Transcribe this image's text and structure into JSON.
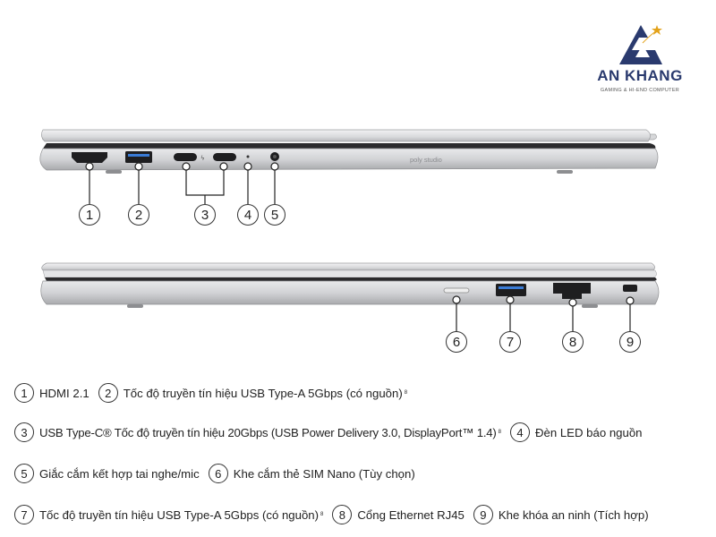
{
  "brand": {
    "name": "AN KHANG",
    "tagline": "GAMING & HI-END COMPUTER",
    "colors": {
      "primary": "#2a3a6e",
      "star": "#e3a21a"
    }
  },
  "device": {
    "lid_label": "poly studio"
  },
  "callouts": {
    "left_side": [
      "1",
      "2",
      "3",
      "4",
      "5"
    ],
    "right_side": [
      "6",
      "7",
      "8",
      "9"
    ]
  },
  "legend": [
    {
      "num": "1",
      "text": "HDMI 2.1",
      "note": ""
    },
    {
      "num": "2",
      "text": "Tốc độ truyền tín hiệu USB Type-A 5Gbps (có nguồn)",
      "note": "8"
    },
    {
      "num": "3",
      "text": "USB Type-C® Tốc độ truyền tín hiệu 20Gbps (USB Power Delivery 3.0, DisplayPort™ 1.4)",
      "note": "8"
    },
    {
      "num": "4",
      "text": "Đèn LED báo nguồn",
      "note": ""
    },
    {
      "num": "5",
      "text": "Giắc cắm kết hợp tai nghe/mic",
      "note": ""
    },
    {
      "num": "6",
      "text": "Khe cắm thẻ SIM Nano (Tùy chọn)",
      "note": ""
    },
    {
      "num": "7",
      "text": "Tốc độ truyền tín hiệu USB Type-A 5Gbps (có nguồn)",
      "note": "8"
    },
    {
      "num": "8",
      "text": "Cổng Ethernet RJ45",
      "note": ""
    },
    {
      "num": "9",
      "text": "Khe khóa an ninh (Tích hợp)",
      "note": ""
    }
  ]
}
